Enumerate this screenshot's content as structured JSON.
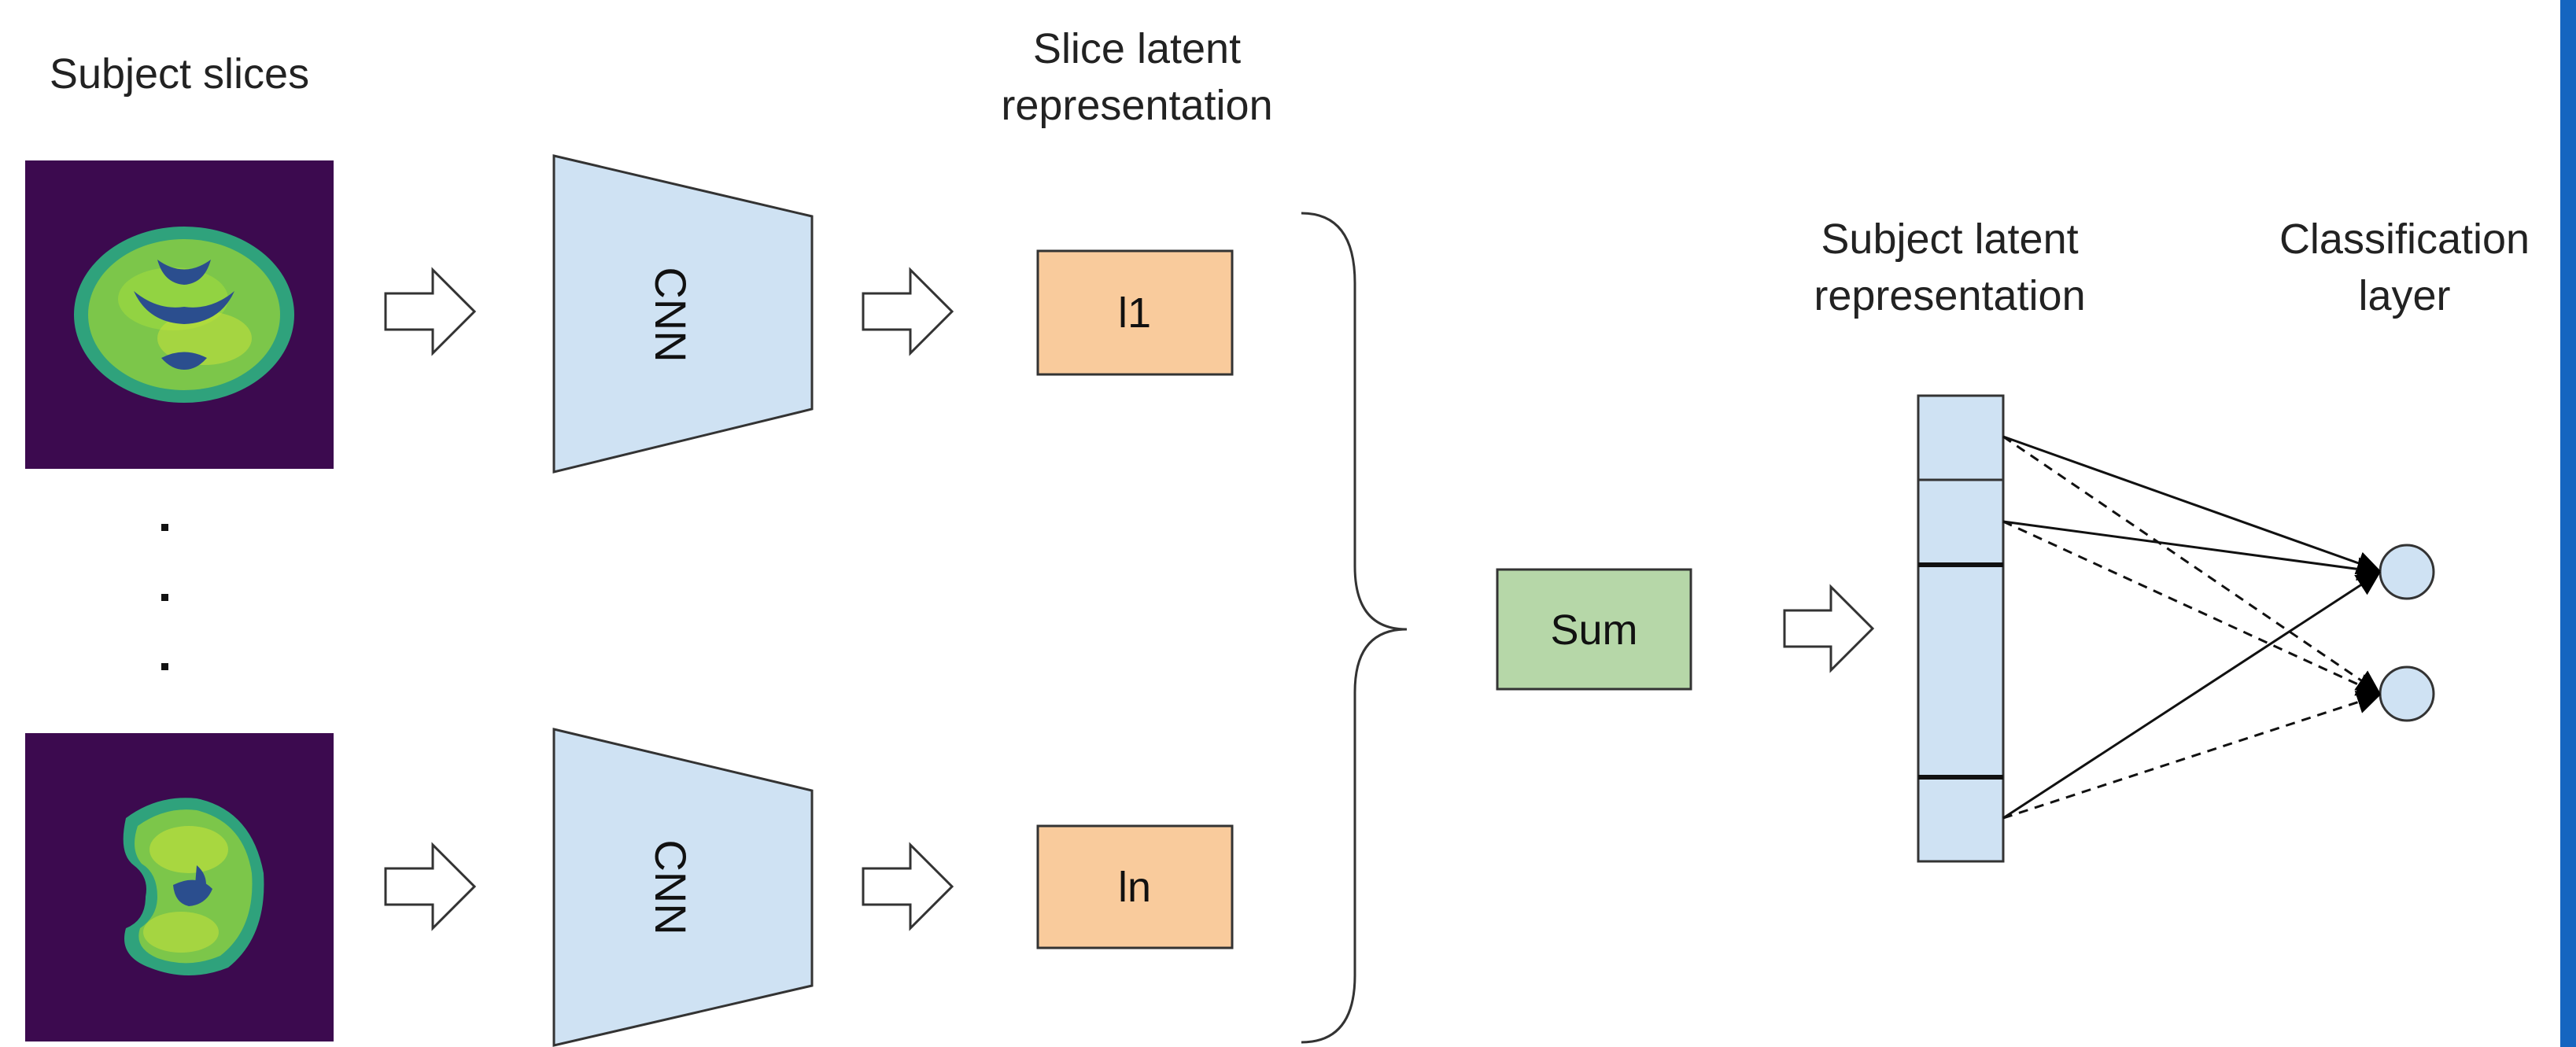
{
  "labels": {
    "subject_slices": "Subject slices",
    "slice_latent_line1": "Slice latent",
    "slice_latent_line2": "representation",
    "subject_latent_line1": "Subject latent",
    "subject_latent_line2": "representation",
    "classification_line1": "Classification",
    "classification_line2": "layer"
  },
  "encoders": [
    {
      "label": "CNN"
    },
    {
      "label": "CNN"
    }
  ],
  "latents": [
    {
      "label": "l1"
    },
    {
      "label": "ln"
    }
  ],
  "aggregator": {
    "label": "Sum"
  },
  "ellipsis": "· · ·",
  "colors": {
    "brain_background": "#3c0a4f",
    "brain_tissue_outer": "#2fa27c",
    "brain_tissue_inner": "#9bd83e",
    "brain_ventricle": "#2b4e8e",
    "cnn_fill": "#cfe2f3",
    "latent_fill": "#f9cb9c",
    "sum_fill": "#b6d7a8",
    "vector_fill": "#cfe2f3",
    "node_fill": "#cfe2f3",
    "right_border": "#1565c0"
  }
}
